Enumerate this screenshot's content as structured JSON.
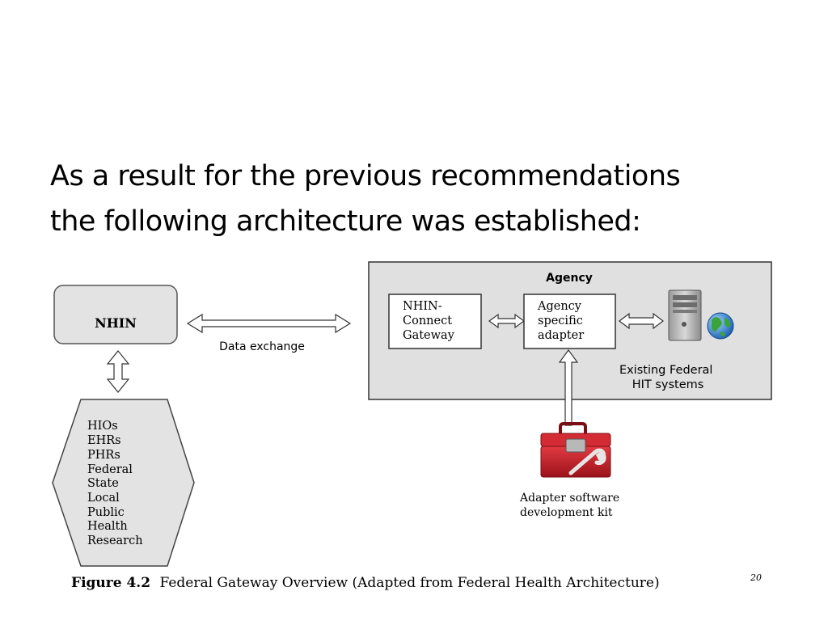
{
  "slide": {
    "line1": "As a result for the previous recommendations",
    "line2": "the following architecture was established:"
  },
  "diagram": {
    "nhin_label": "NHIN",
    "data_exchange_label": "Data exchange",
    "agency_label": "Agency",
    "gateway_lines": [
      "NHIN-",
      "Connect",
      "Gateway"
    ],
    "adapter_lines": [
      "Agency",
      "specific",
      "adapter"
    ],
    "existing_lines": [
      "Existing Federal",
      "HIT systems"
    ],
    "hex_items": [
      "HIOs",
      "EHRs",
      "PHRs",
      "Federal",
      "State",
      "Local",
      "Public",
      "Health",
      "Research"
    ],
    "sdk_lines": [
      "Adapter software",
      "development kit"
    ],
    "icons": [
      "server-globe-icon",
      "toolbox-icon"
    ],
    "colors": {
      "agency_fill": "#e0e0e0",
      "nhin_fill": "#e3e3e3",
      "toolbox_red": "#c8202a"
    }
  },
  "caption": {
    "figure_label": "Figure 4.2",
    "text": "Federal Gateway Overview (Adapted from Federal Health Architecture)",
    "superscript": "20"
  }
}
